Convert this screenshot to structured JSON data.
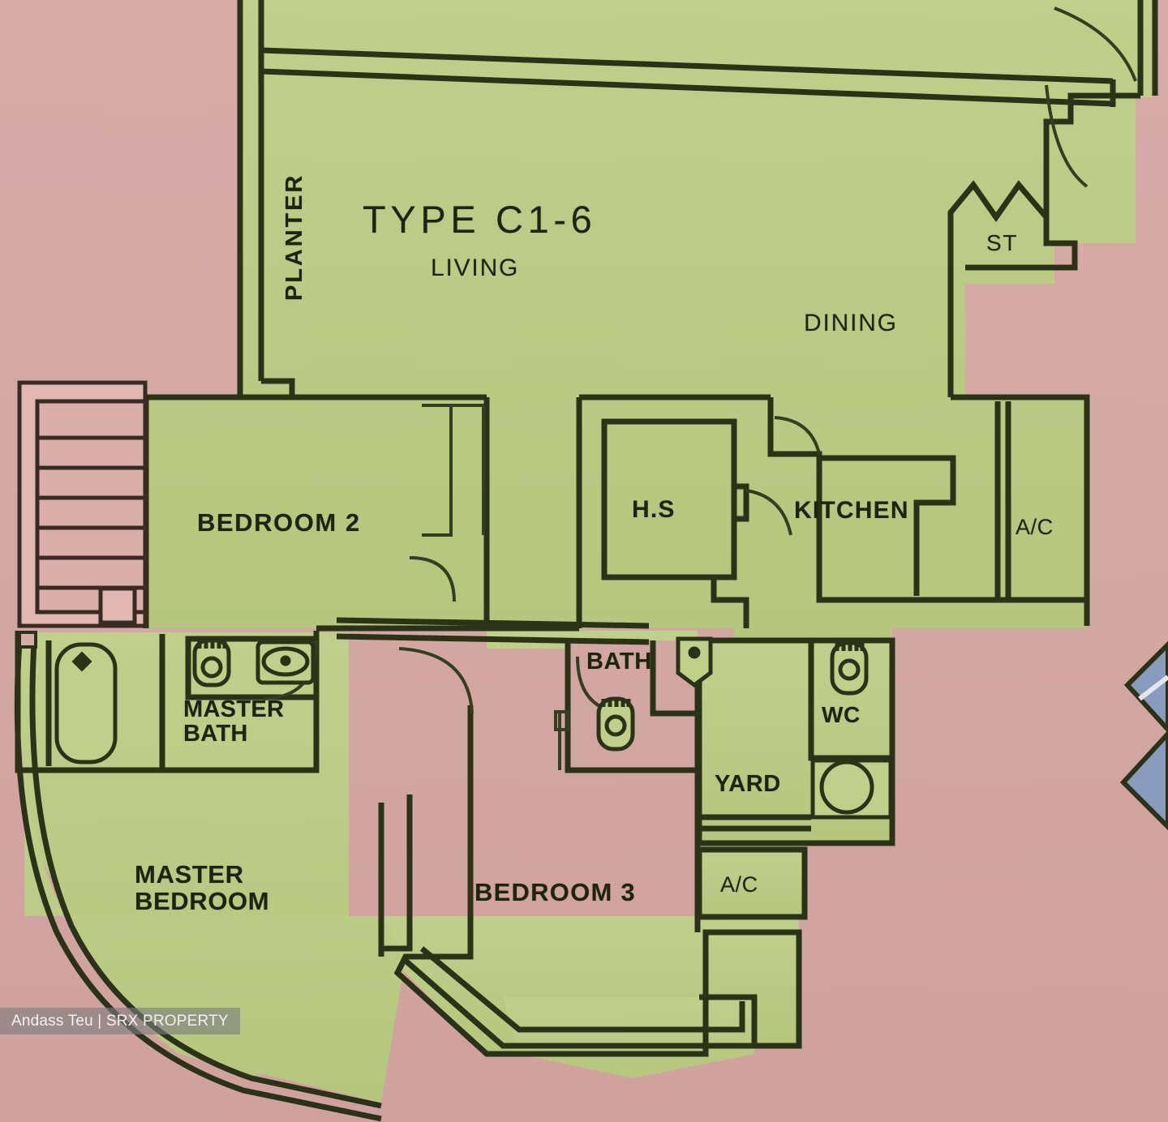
{
  "document": {
    "kind": "residential-floor-plan",
    "unit_type": "TYPE C1-6"
  },
  "colors": {
    "unit_fill": "#bccd86",
    "background_fill": "#d6a9a6",
    "wall_stroke": "#2a3318",
    "thin_stroke": "#3a4524",
    "label_text": "#1d2410",
    "balcony_blue": "#8b9cc0",
    "watermark_bg": "rgba(125,125,125,0.62)",
    "watermark_text": "#f2f2f2"
  },
  "labels": {
    "type": "TYPE C1-6",
    "living": "LIVING",
    "dining": "DINING",
    "planter": "PLANTER",
    "store": "ST",
    "bedroom2": "BEDROOM 2",
    "bedroom3": "BEDROOM 3",
    "master_bedroom_line1": "MASTER",
    "master_bedroom_line2": "BEDROOM",
    "master_bath_line1": "MASTER",
    "master_bath_line2": "BATH",
    "bath": "BATH",
    "wc": "WC",
    "yard": "YARD",
    "kitchen": "KITCHEN",
    "household_shelter": "H.S",
    "ac_ledge_kitchen": "A/C",
    "ac_ledge_yard": "A/C"
  },
  "rooms": [
    {
      "name": "living",
      "label": "LIVING"
    },
    {
      "name": "dining",
      "label": "DINING"
    },
    {
      "name": "planter",
      "label": "PLANTER"
    },
    {
      "name": "store",
      "label": "ST"
    },
    {
      "name": "bedroom-2",
      "label": "BEDROOM 2"
    },
    {
      "name": "bedroom-3",
      "label": "BEDROOM 3"
    },
    {
      "name": "master-bedroom",
      "label": "MASTER BEDROOM"
    },
    {
      "name": "master-bath",
      "label": "MASTER BATH"
    },
    {
      "name": "bath",
      "label": "BATH"
    },
    {
      "name": "wc",
      "label": "WC"
    },
    {
      "name": "yard",
      "label": "YARD"
    },
    {
      "name": "kitchen",
      "label": "KITCHEN"
    },
    {
      "name": "household-shelter",
      "label": "H.S"
    },
    {
      "name": "ac-ledge-kitchen",
      "label": "A/C"
    },
    {
      "name": "ac-ledge-yard",
      "label": "A/C"
    }
  ],
  "fixtures": [
    {
      "name": "bathtub",
      "room": "master-bath"
    },
    {
      "name": "wc-pan",
      "room": "master-bath"
    },
    {
      "name": "wash-basin",
      "room": "master-bath"
    },
    {
      "name": "wc-pan",
      "room": "bath"
    },
    {
      "name": "wash-basin",
      "room": "bath"
    },
    {
      "name": "wc-pan",
      "room": "wc"
    },
    {
      "name": "floor-trap",
      "room": "yard"
    }
  ],
  "watermark": {
    "text": "Andass Teu | SRX PROPERTY"
  }
}
